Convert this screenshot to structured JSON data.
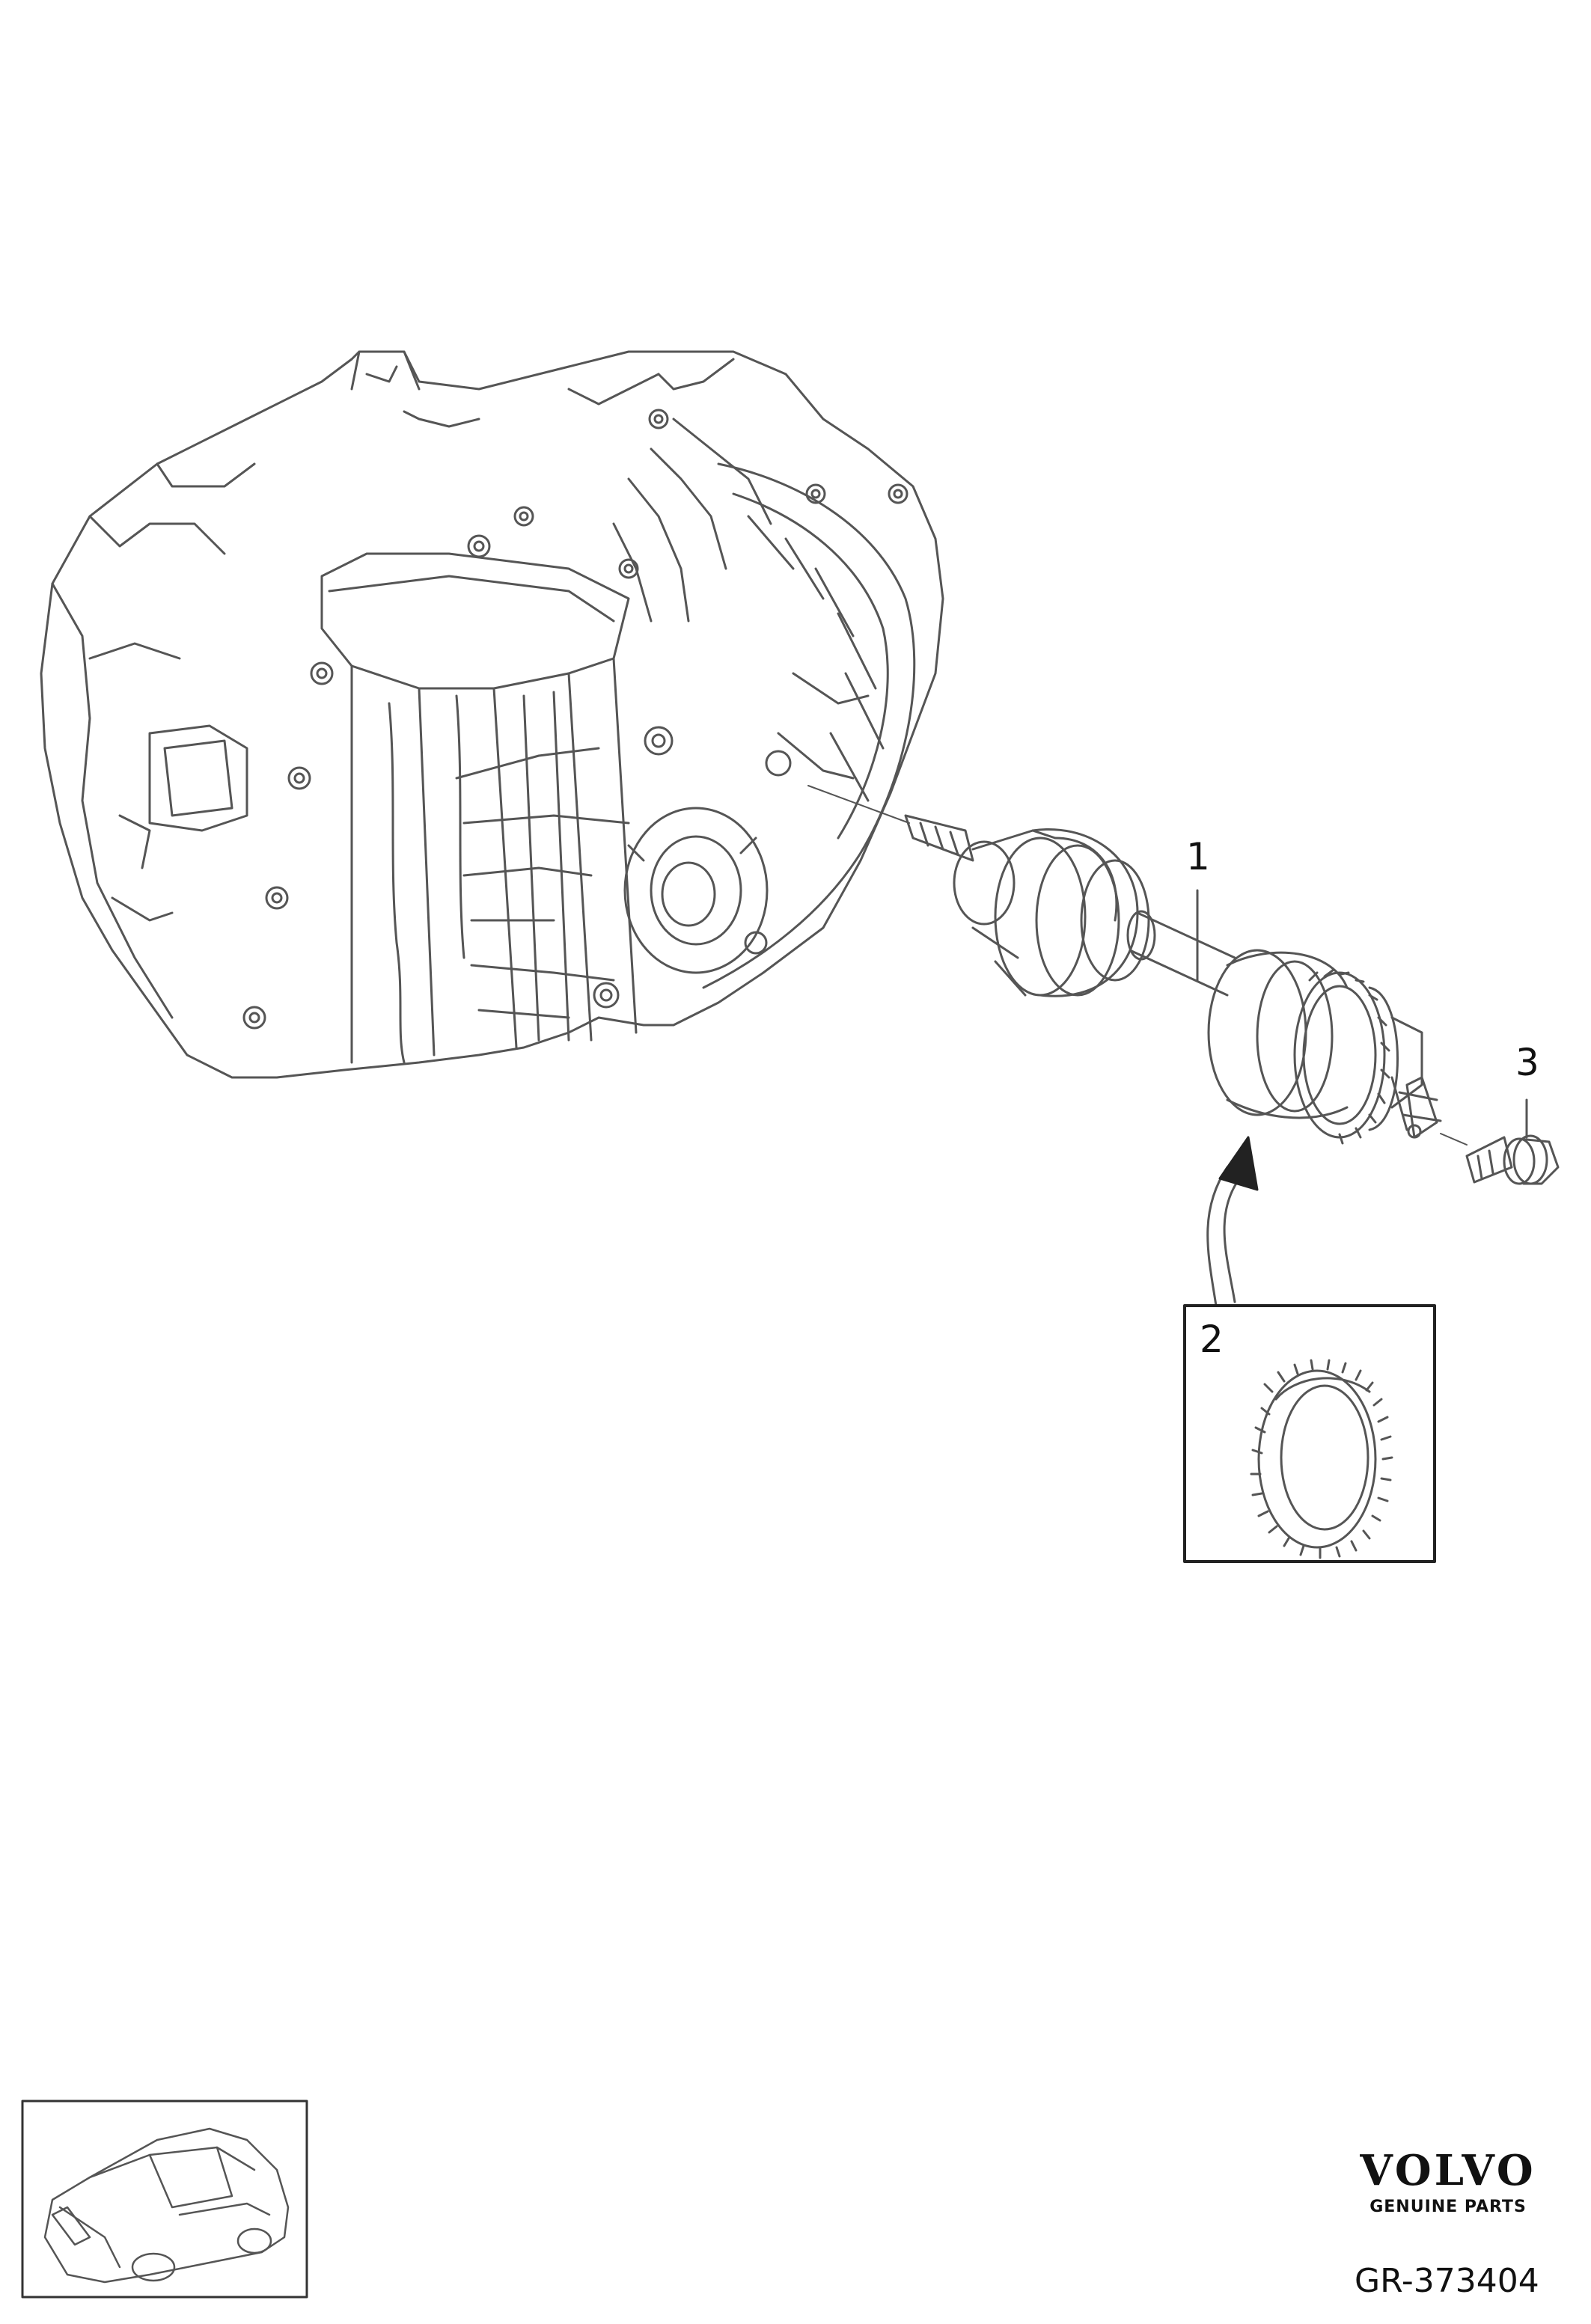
{
  "callouts": {
    "item1": "1",
    "item2": "2",
    "item3": "3"
  },
  "branding": {
    "name": "VOLVO",
    "tagline": "GENUINE PARTS"
  },
  "reference": "GR-373404",
  "colors": {
    "line": "#444444",
    "ink": "#111111",
    "background": "#ffffff"
  }
}
